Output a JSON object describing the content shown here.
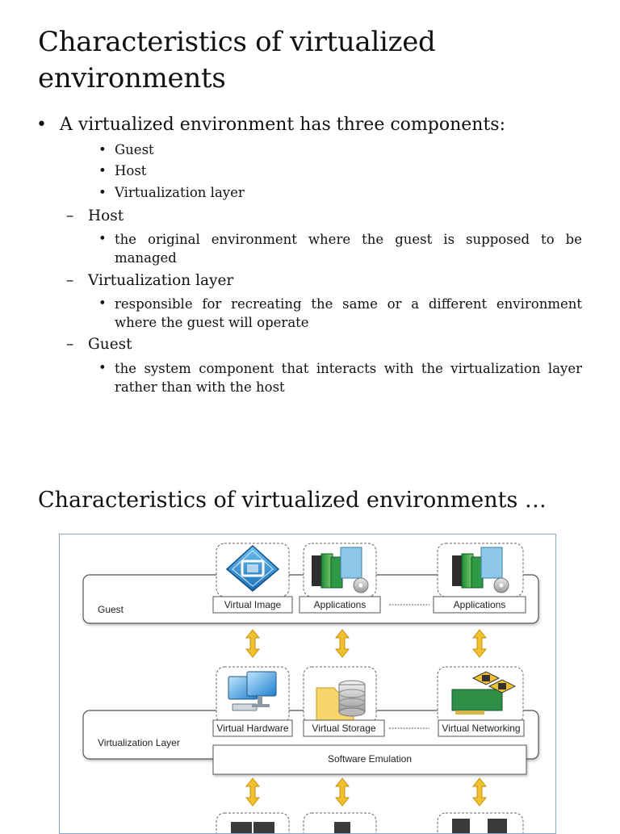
{
  "slide1": {
    "title": "Characteristics of virtualized environments",
    "bullet_main": "A virtualized environment has three components:",
    "components": [
      "Guest",
      "Host",
      "Virtualization layer"
    ],
    "sections": [
      {
        "heading": "Host",
        "text": "the original environment where the guest is supposed to be managed"
      },
      {
        "heading": "Virtualization layer",
        "text": "responsible for recreating the same or a different environment where the guest will operate"
      },
      {
        "heading": "Guest",
        "text": "the system component that interacts with the virtualization layer rather than with the host"
      }
    ]
  },
  "slide2": {
    "title": "Characteristics of virtualized environments …",
    "diagram": {
      "guest_label": "Guest",
      "guest_boxes": [
        "Virtual Image",
        "Applications",
        "Applications"
      ],
      "virt_label": "Virtualization Layer",
      "virt_boxes": [
        "Virtual Hardware",
        "Virtual Storage",
        "Virtual Networking"
      ],
      "emulation_label": "Software Emulation",
      "icons": [
        "virtual-image-icon",
        "applications-icon",
        "applications-icon",
        "monitor-icon",
        "storage-icon",
        "network-card-icon"
      ],
      "arrow_color": "#f2c12e"
    }
  }
}
